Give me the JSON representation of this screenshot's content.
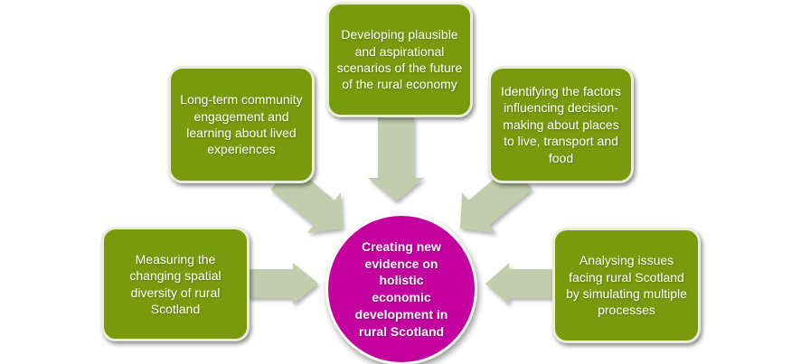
{
  "diagram_title": "Creating new evidence on holistic economic development in rural Scotland",
  "colors": {
    "box_green": "#7a9a0e",
    "box_border": "#e9edd9",
    "arrow": "#c3cdae",
    "circle_magenta": "#c4019f",
    "text": "#ffffff"
  },
  "center": {
    "text": "Creating new evidence on holistic economic development in rural Scotland"
  },
  "boxes": [
    {
      "id": "top",
      "text": "Developing plausible and aspirational scenarios of the future of the rural economy"
    },
    {
      "id": "upper-left",
      "text": "Long-term community engagement and learning about lived experiences"
    },
    {
      "id": "upper-right",
      "text": "Identifying the factors influencing decision-making about places to live, transport and food"
    },
    {
      "id": "left",
      "text": "Measuring the changing spatial diversity of rural Scotland"
    },
    {
      "id": "right",
      "text": "Analysing issues facing rural Scotland by simulating multiple processes"
    }
  ],
  "arrows": [
    {
      "from": "top box",
      "to": "center circle",
      "direction": "down"
    },
    {
      "from": "upper-left box",
      "to": "center circle",
      "direction": "down-right"
    },
    {
      "from": "upper-right box",
      "to": "center circle",
      "direction": "down-left"
    },
    {
      "from": "left box",
      "to": "center circle",
      "direction": "right"
    },
    {
      "from": "right box",
      "to": "center circle",
      "direction": "left"
    }
  ]
}
